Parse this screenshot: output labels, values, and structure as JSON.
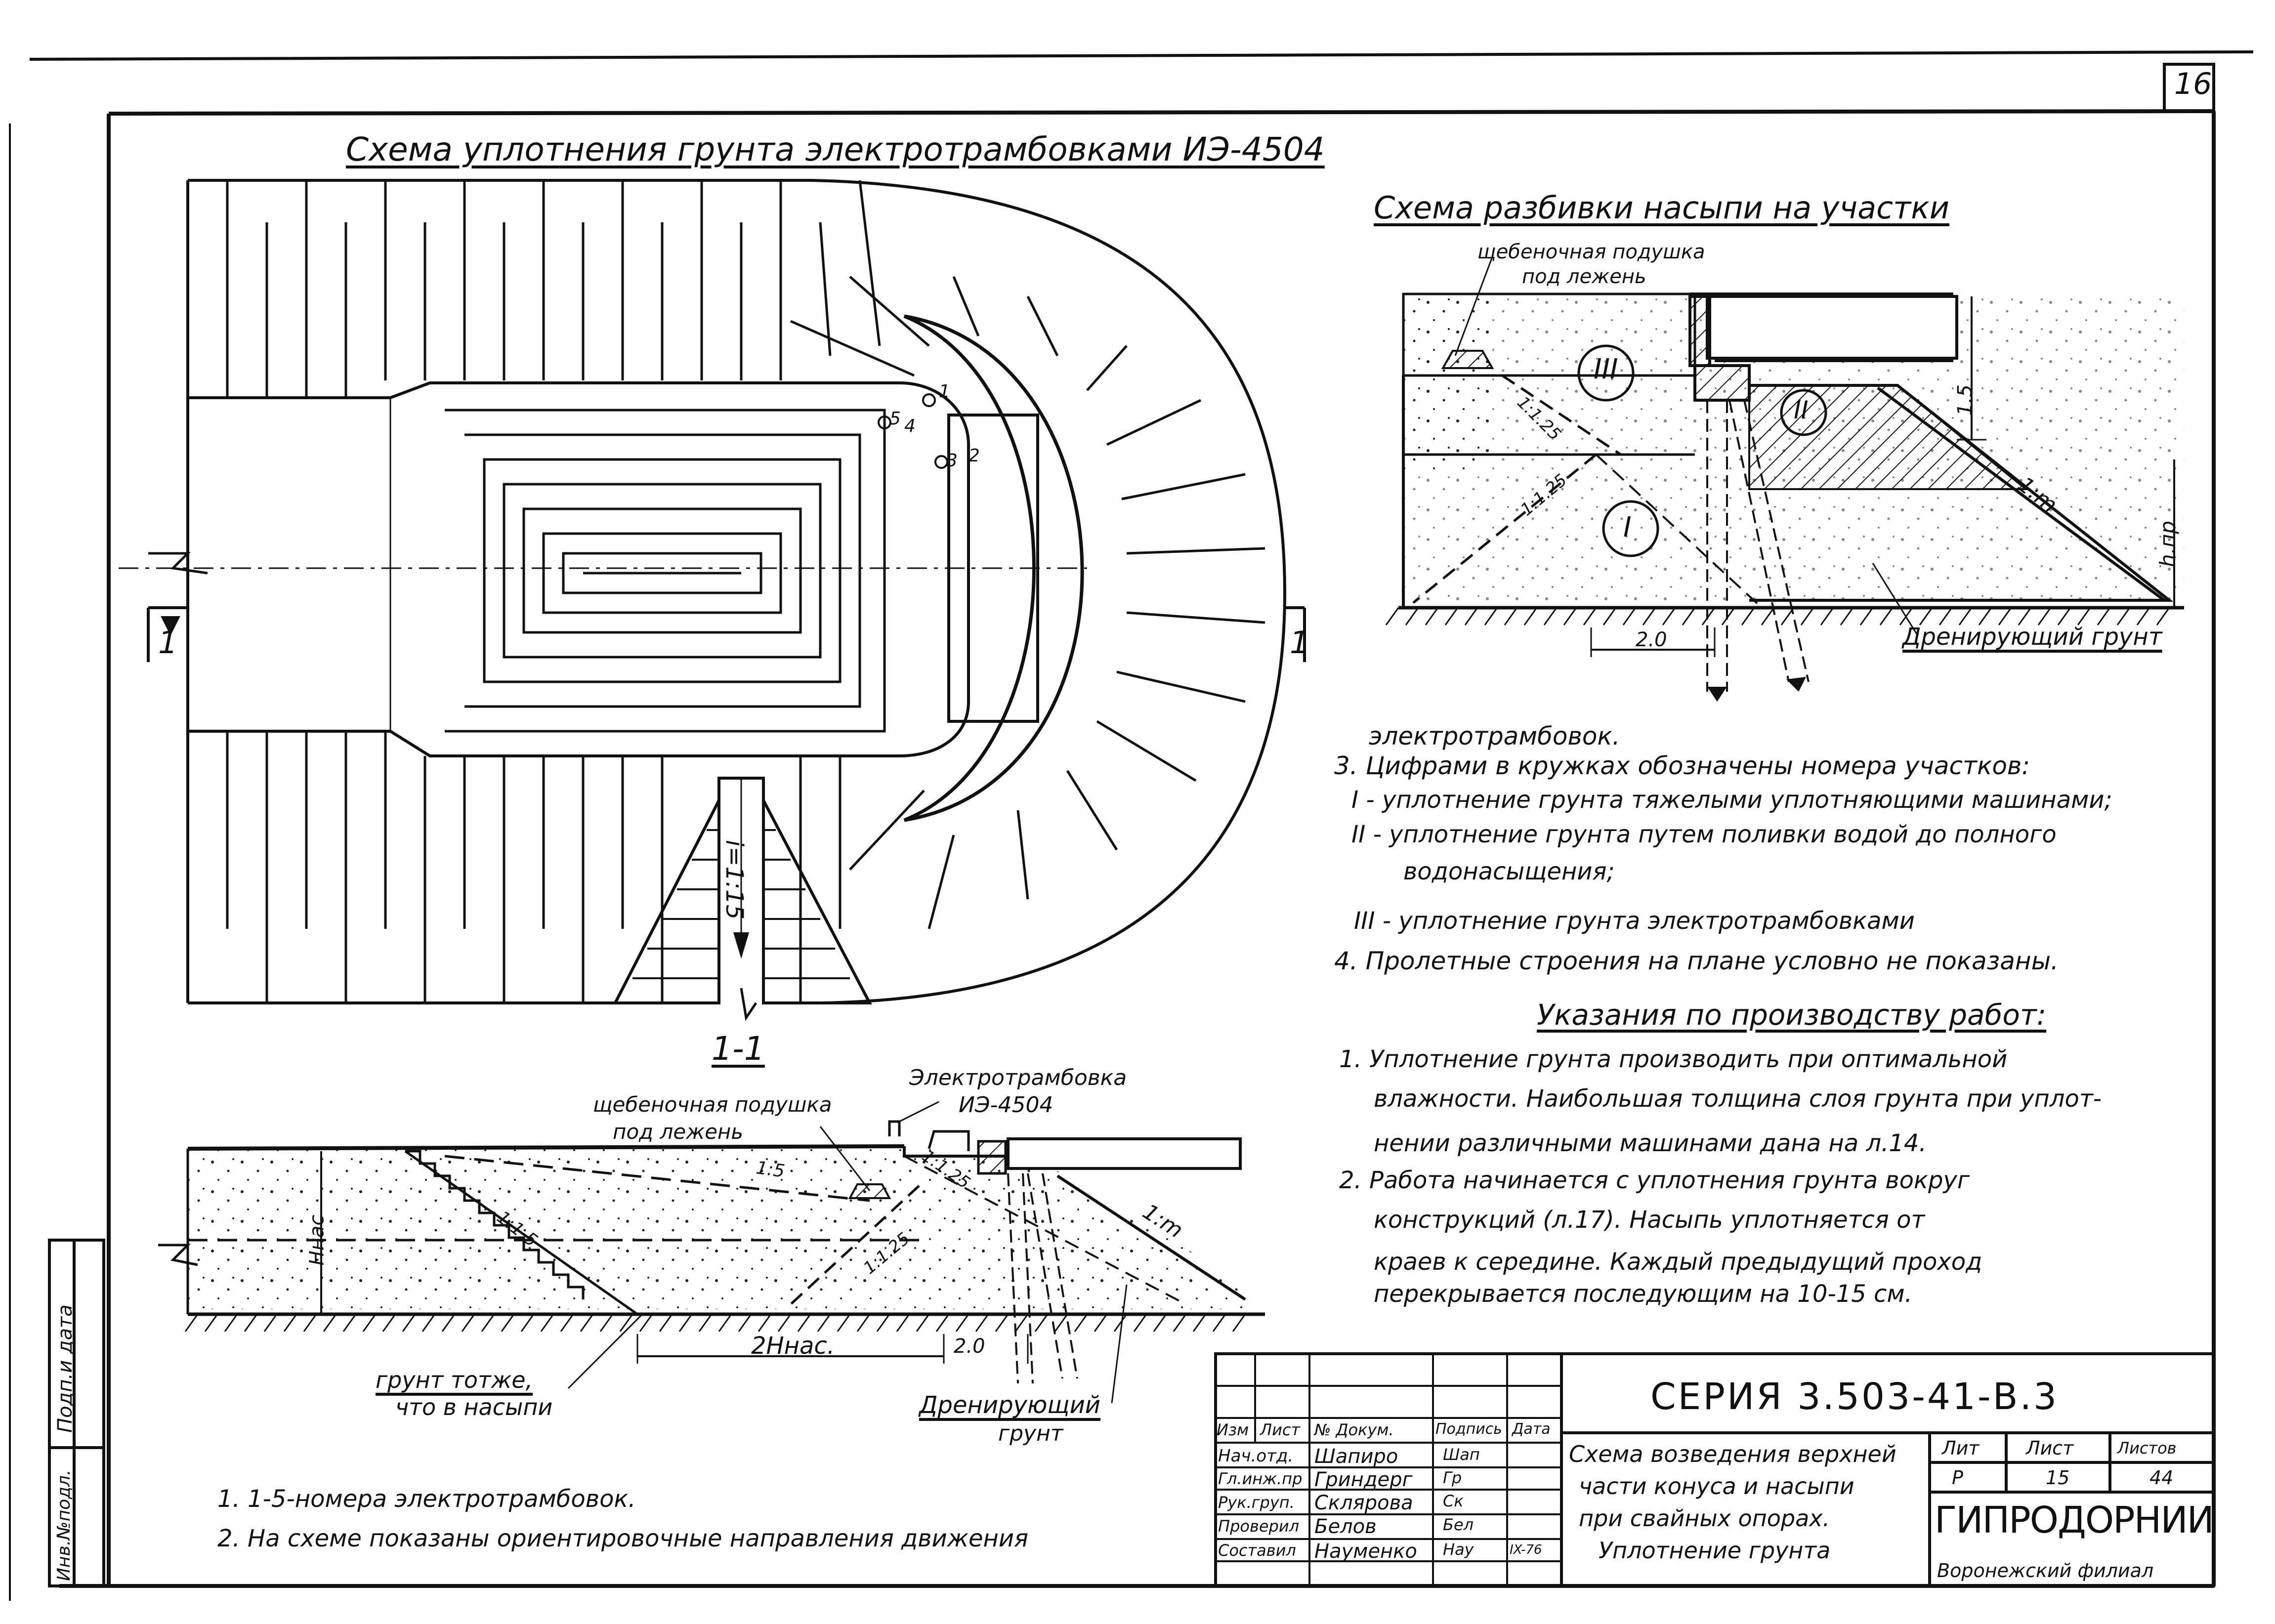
{
  "sheet_number": "16",
  "plan_title": "Схема уплотнения грунта электротрамбовками ИЭ-4504",
  "slope_label": "i=1:15",
  "section_marks": [
    "1",
    "1"
  ],
  "tamper_numbers": [
    "1",
    "2",
    "3",
    "4",
    "5"
  ],
  "zoning": {
    "title": "Схема разбивки насыпи на участки",
    "pad_label_1": "щебеночная подушка",
    "pad_label_2": "под лежень",
    "zone_1": "I",
    "zone_2": "II",
    "zone_3": "III",
    "slope_125_a": "1:1.25",
    "slope_125_b": "1:1.25",
    "slope_m": "1:m",
    "dim_15": "1.5",
    "dim_20": "2.0",
    "dim_hnp": "h.пр",
    "drain_label": "Дренирующий грунт"
  },
  "section": {
    "title": "1-1",
    "tamper_label_1": "Электротрамбовка",
    "tamper_label_2": "ИЭ-4504",
    "pad_label_1": "щебеночная подушка",
    "pad_label_2": "под лежень",
    "slope_15": "1:5",
    "slope_125_a": "1:1.25",
    "slope_125_b": "1:1.25",
    "slope_115": "1:1.5",
    "slope_m": "1:m",
    "dim_hnas": "Ннас",
    "dim_2hnas": "2Ннас.",
    "dim_20": "2.0",
    "soil_label_1": "грунт тотже,",
    "soil_label_2": "что в насыпи",
    "drain_label_1": "Дренирующий",
    "drain_label_2": "грунт"
  },
  "notes_left": [
    "1. 1-5-номера электротрамбовок.",
    "2. На схеме показаны ориентировочные направления движения"
  ],
  "notes_right": [
    "электротрамбовок.",
    "3. Цифрами в кружках обозначены номера участков:",
    "I - уплотнение грунта тяжелыми уплотняющими машинами;",
    "II - уплотнение грунта путем поливки водой до полного",
    "водонасыщения;",
    "III - уплотнение грунта электротрамбовками",
    "4. Пролетные строения на плане условно не показаны."
  ],
  "instructions": {
    "title": "Указания по производству работ:",
    "lines": [
      "1. Уплотнение грунта производить при оптимальной",
      "влажности. Наибольшая толщина слоя грунта при уплот-",
      "нении различными машинами дана на л.14.",
      "2. Работа начинается с уплотнения грунта вокруг",
      "конструкций (л.17). Насыпь уплотняется от",
      "краев к середине. Каждый предыдущий проход",
      "перекрывается последующим на 10-15 см."
    ]
  },
  "side_stamp": {
    "sign_date": "Подп.и дата",
    "inv_no": "Инв.№подл."
  },
  "title_block": {
    "series": "СЕРИЯ 3.503-41-В.3",
    "headers": [
      "Изм",
      "Лист",
      "№ Докум.",
      "Подпись",
      "Дата"
    ],
    "rows": [
      {
        "role": "Нач.отд.",
        "name": "Шапиро",
        "sign": "Шап"
      },
      {
        "role": "Гл.инж.пр",
        "name": "Гриндерг",
        "sign": "Гр"
      },
      {
        "role": "Рук.груп.",
        "name": "Склярова",
        "sign": "Ск"
      },
      {
        "role": "Проверил",
        "name": "Белов",
        "sign": "Бел"
      },
      {
        "role": "Составил",
        "name": "Науменко",
        "sign": "Нау",
        "date": "IX-76"
      }
    ],
    "description": [
      "Схема возведения верхней",
      "части конуса и насыпи",
      "при свайных опорах.",
      "Уплотнение грунта"
    ],
    "lit_label": "Лит",
    "sheet_label": "Лист",
    "sheets_label": "Листов",
    "lit_value": "Р",
    "sheet_value": "15",
    "sheets_value": "44",
    "org": "ГИПРОДОРНИИ",
    "branch": "Воронежский филиал"
  }
}
